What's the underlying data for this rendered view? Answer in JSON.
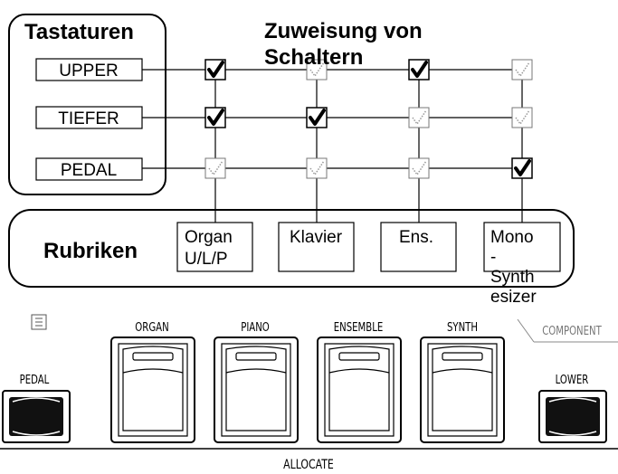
{
  "keyboards_panel": {
    "title": "Tastaturen",
    "rows": [
      {
        "label": "UPPER"
      },
      {
        "label": "TIEFER"
      },
      {
        "label": "PEDAL"
      }
    ]
  },
  "assignment_title": "Zuweisung von Schaltern",
  "assignment_title_line1": "Zuweisung von",
  "assignment_title_line2": "Schaltern",
  "categories_panel": {
    "title": "Rubriken",
    "boxes": [
      {
        "lines": [
          "Organ",
          "U/L/P"
        ]
      },
      {
        "lines": [
          "Klavier"
        ]
      },
      {
        "lines": [
          "Ens."
        ]
      },
      {
        "lines": [
          "Mono",
          "-",
          "Synth",
          "esizer"
        ]
      }
    ]
  },
  "matrix": {
    "rows": [
      "UPPER",
      "TIEFER",
      "PEDAL"
    ],
    "columns": [
      "Organ U/L/P",
      "Klavier",
      "Ens.",
      "Mono-Synthesizer"
    ],
    "checked": [
      [
        true,
        false,
        true,
        false
      ],
      [
        true,
        true,
        false,
        false
      ],
      [
        false,
        false,
        false,
        true
      ]
    ]
  },
  "panel": {
    "menu_icon": "list-icon",
    "buttons": [
      {
        "label": "PEDAL"
      },
      {
        "label": "ORGAN"
      },
      {
        "label": "PIANO"
      },
      {
        "label": "ENSEMBLE"
      },
      {
        "label": "SYNTH"
      },
      {
        "label": "LOWER"
      }
    ],
    "component_label": "COMPONENT",
    "allocate_label": "ALLOCATE"
  }
}
